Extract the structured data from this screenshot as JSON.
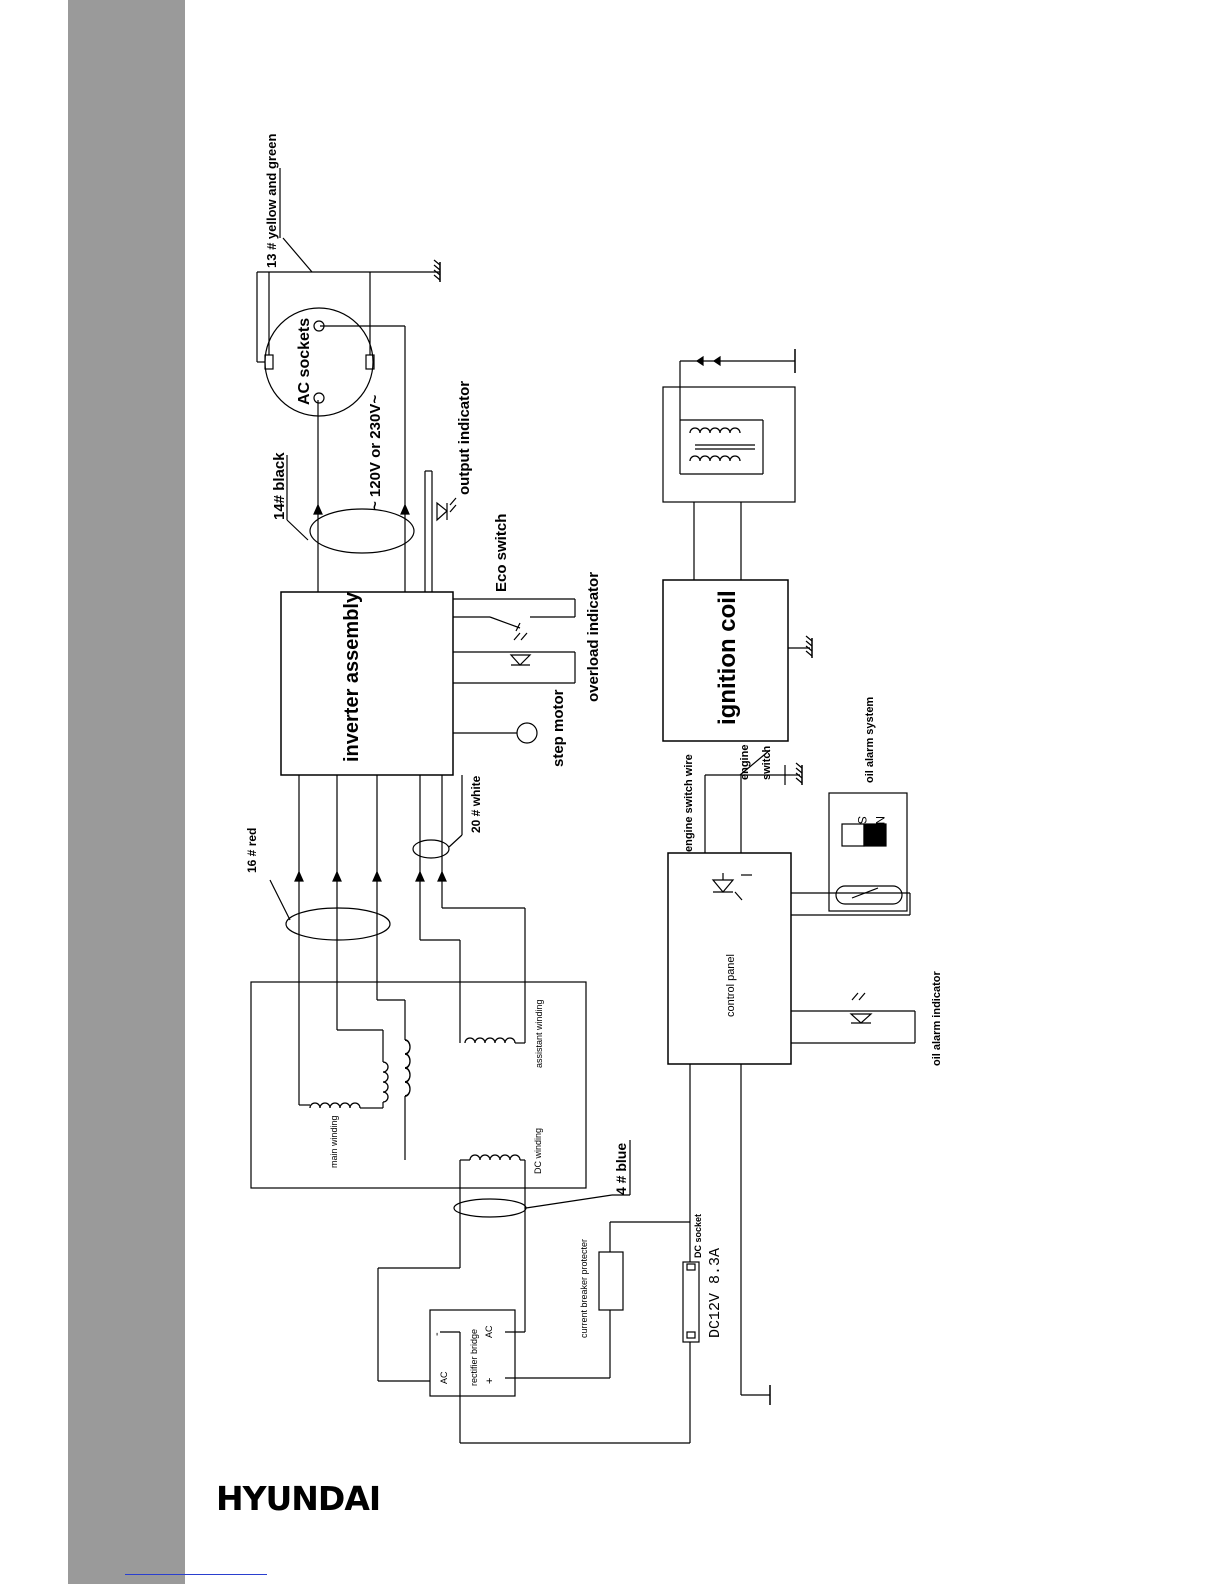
{
  "brand": {
    "logo_text": "HYUNDAI",
    "sidebar_color": "#9a9a9a"
  },
  "diagram": {
    "labels": {
      "ground_wire": "13 # yellow and green",
      "ac_sockets": "AC sockets",
      "output_indicator": "output  indicator",
      "output_voltage": "~ 120V or 230V~",
      "black_wire": "14# black",
      "eco_switch": "Eco switch",
      "overload_indicator": "overload indicator",
      "inverter_assembly": "inverter assembly",
      "step_motor": "step motor",
      "white_wire": "20 # white",
      "red_wire": "16 # red",
      "assistant_winding": "assistant  winding",
      "main_winding": "main winding",
      "dc_winding": "DC winding",
      "blue_wire": "4 #  blue",
      "rectifier_bridge": "rectifier bridge",
      "rect_ac_top": "AC",
      "rect_ac_bottom": "AC",
      "rect_minus": "-",
      "rect_plus": "+",
      "current_breaker": "current breaker protecter",
      "dc_socket": "DC socket",
      "dc_rating": "DC12V 8.3A",
      "control_panel": "control panel",
      "engine_switch_wire": "engine switch wire",
      "engine_switch_1": "engine",
      "engine_switch_2": "switch",
      "ignition_coil": "ignition coil",
      "oil_alarm_system": "oil alarm system",
      "magnet_s": "S",
      "magnet_n": "N",
      "oil_alarm_indicator": "oil alarm indicator"
    }
  }
}
